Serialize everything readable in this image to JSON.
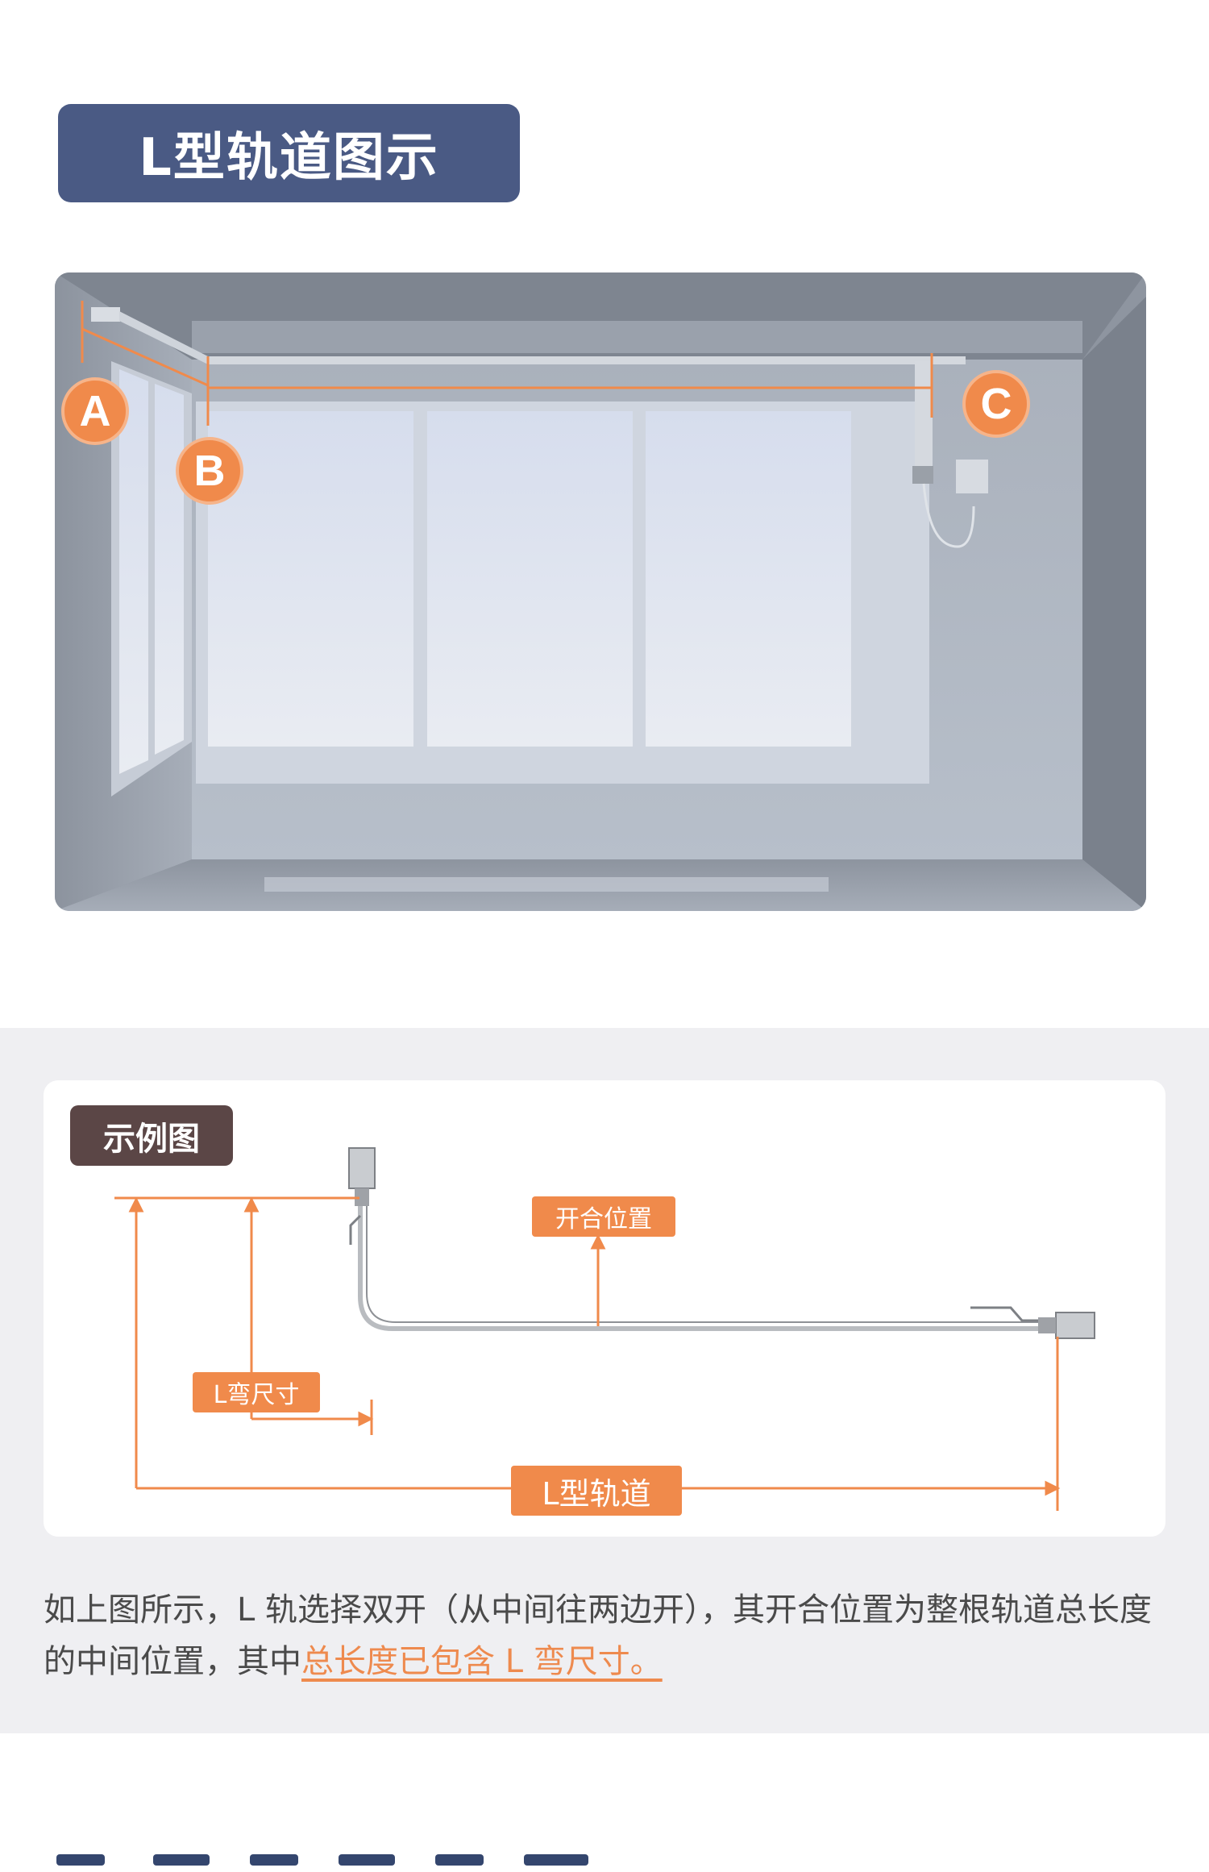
{
  "header": {
    "title": "L型轨道图示"
  },
  "room": {
    "markers": [
      {
        "id": "A",
        "label": "A"
      },
      {
        "id": "B",
        "label": "B"
      },
      {
        "id": "C",
        "label": "C"
      }
    ],
    "accent": "#f08a4b"
  },
  "example": {
    "tag": "示例图",
    "labels": {
      "open_close": "开合位置",
      "l_bend": "L弯尺寸",
      "l_track": "L型轨道"
    }
  },
  "description": {
    "text": "如上图所示，L 轨选择双开（从中间往两边开），其开合位置为整根轨道总长度的中间位置，其中",
    "highlight": "总长度已包含 L 弯尺寸。"
  },
  "colors": {
    "badge": "#4a5a84",
    "tag": "#5b4646",
    "orange": "#f08a4b",
    "band": "#efeff2"
  }
}
